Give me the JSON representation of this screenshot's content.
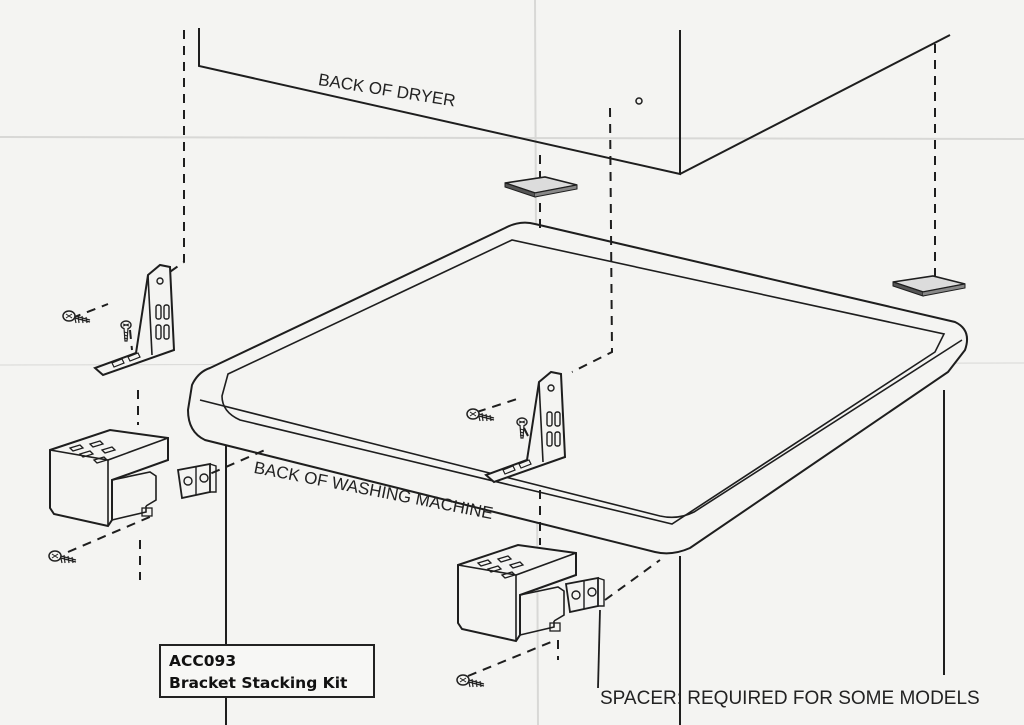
{
  "labels": {
    "back_of_dryer": "BACK OF DRYER",
    "back_of_washing_machine": "BACK OF WASHING MACHINE",
    "spacer_note": "SPACER: REQUIRED FOR SOME MODELS"
  },
  "kit": {
    "code": "ACC093",
    "name": "Bracket Stacking Kit"
  },
  "colors": {
    "line": "#1e1e1e",
    "background": "#f4f4f2",
    "fold_lines": "#d8d8d6"
  },
  "icons": [
    "screw-icon",
    "bracket-icon",
    "spacer-icon",
    "adhesive-pad-icon"
  ]
}
